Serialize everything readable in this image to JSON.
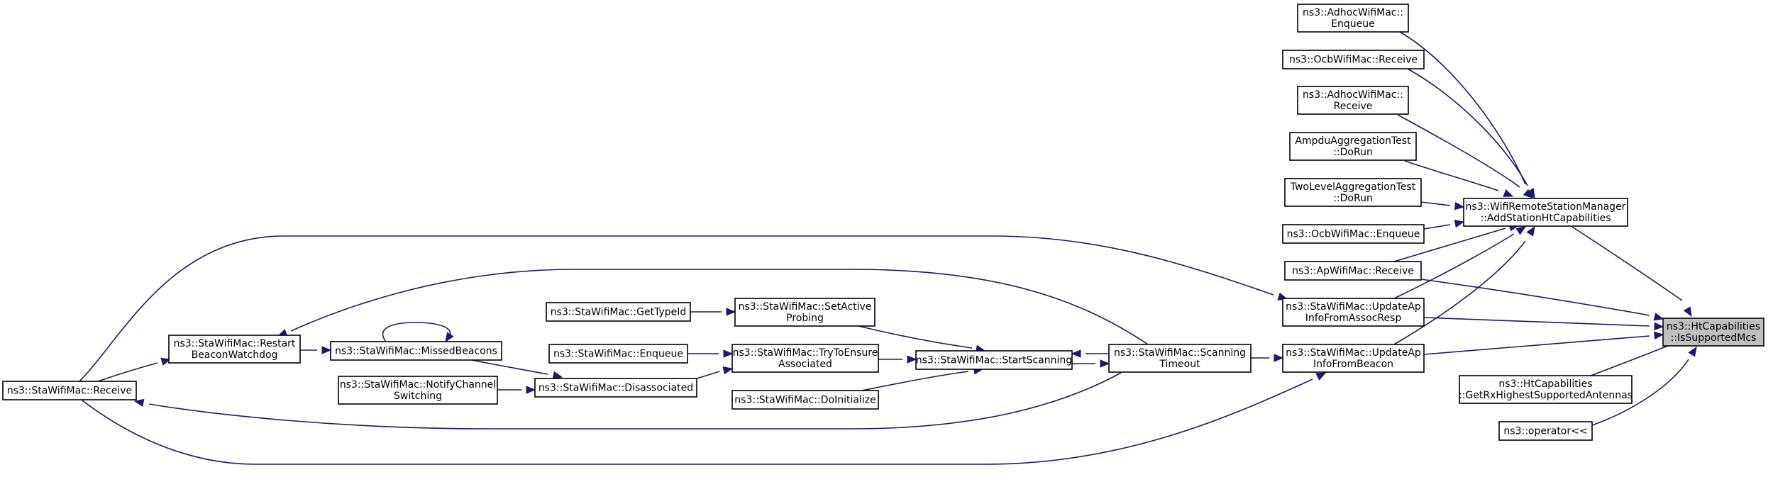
{
  "diagram": {
    "type": "doxygen-caller-graph",
    "colors": {
      "edge": "#191970",
      "target_fill": "#bfbfbf",
      "node_fill": "#ffffff",
      "node_border": "#000000"
    },
    "nodes": [
      {
        "id": "target",
        "lines": [
          "ns3::HtCapabilities",
          "::IsSupportedMcs"
        ],
        "highlight": true
      },
      {
        "id": "addsta",
        "lines": [
          "ns3::WifiRemoteStationManager",
          "::AddStationHtCapabilities"
        ]
      },
      {
        "id": "getrx",
        "lines": [
          "ns3::HtCapabilities",
          "::GetRxHighestSupportedAntennas"
        ]
      },
      {
        "id": "oplt",
        "lines": [
          "ns3::operator<<"
        ]
      },
      {
        "id": "adhocenq",
        "lines": [
          "ns3::AdhocWifiMac::",
          "Enqueue"
        ]
      },
      {
        "id": "ocbrecv",
        "lines": [
          "ns3::OcbWifiMac::Receive"
        ]
      },
      {
        "id": "adhocrecv",
        "lines": [
          "ns3::AdhocWifiMac::",
          "Receive"
        ]
      },
      {
        "id": "ampdu",
        "lines": [
          "AmpduAggregationTest",
          "::DoRun"
        ]
      },
      {
        "id": "twolevel",
        "lines": [
          "TwoLevelAggregationTest",
          "::DoRun"
        ]
      },
      {
        "id": "ocbenq",
        "lines": [
          "ns3::OcbWifiMac::Enqueue"
        ]
      },
      {
        "id": "aprecv",
        "lines": [
          "ns3::ApWifiMac::Receive"
        ]
      },
      {
        "id": "updassoc",
        "lines": [
          "ns3::StaWifiMac::UpdateAp",
          "InfoFromAssocResp"
        ]
      },
      {
        "id": "updbeacon",
        "lines": [
          "ns3::StaWifiMac::UpdateAp",
          "InfoFromBeacon"
        ]
      },
      {
        "id": "scantimeout",
        "lines": [
          "ns3::StaWifiMac::Scanning",
          "Timeout"
        ]
      },
      {
        "id": "startscan",
        "lines": [
          "ns3::StaWifiMac::StartScanning"
        ]
      },
      {
        "id": "setactive",
        "lines": [
          "ns3::StaWifiMac::SetActive",
          "Probing"
        ]
      },
      {
        "id": "tryensure",
        "lines": [
          "ns3::StaWifiMac::TryToEnsure",
          "Associated"
        ]
      },
      {
        "id": "doinit",
        "lines": [
          "ns3::StaWifiMac::DoInitialize"
        ]
      },
      {
        "id": "gettypeid",
        "lines": [
          "ns3::StaWifiMac::GetTypeId"
        ]
      },
      {
        "id": "staenq",
        "lines": [
          "ns3::StaWifiMac::Enqueue"
        ]
      },
      {
        "id": "disassoc",
        "lines": [
          "ns3::StaWifiMac::Disassociated"
        ]
      },
      {
        "id": "notify",
        "lines": [
          "ns3::StaWifiMac::NotifyChannel",
          "Switching"
        ]
      },
      {
        "id": "missed",
        "lines": [
          "ns3::StaWifiMac::MissedBeacons"
        ]
      },
      {
        "id": "restart",
        "lines": [
          "ns3::StaWifiMac::Restart",
          "BeaconWatchdog"
        ]
      },
      {
        "id": "starecv",
        "lines": [
          "ns3::StaWifiMac::Receive"
        ]
      }
    ],
    "edges": [
      {
        "from": "addsta",
        "to": "target"
      },
      {
        "from": "getrx",
        "to": "target"
      },
      {
        "from": "oplt",
        "to": "target"
      },
      {
        "from": "aprecv",
        "to": "target"
      },
      {
        "from": "updassoc",
        "to": "target"
      },
      {
        "from": "updbeacon",
        "to": "target"
      },
      {
        "from": "adhocenq",
        "to": "addsta"
      },
      {
        "from": "ocbrecv",
        "to": "addsta"
      },
      {
        "from": "adhocrecv",
        "to": "addsta"
      },
      {
        "from": "ampdu",
        "to": "addsta"
      },
      {
        "from": "twolevel",
        "to": "addsta"
      },
      {
        "from": "ocbenq",
        "to": "addsta"
      },
      {
        "from": "aprecv",
        "to": "addsta"
      },
      {
        "from": "updassoc",
        "to": "addsta"
      },
      {
        "from": "updbeacon",
        "to": "addsta"
      },
      {
        "from": "starecv",
        "to": "updassoc"
      },
      {
        "from": "scantimeout",
        "to": "updbeacon"
      },
      {
        "from": "starecv",
        "to": "updbeacon"
      },
      {
        "from": "startscan",
        "to": "scantimeout"
      },
      {
        "from": "scantimeout",
        "to": "startscan"
      },
      {
        "from": "scantimeout",
        "to": "restart"
      },
      {
        "from": "scantimeout",
        "to": "starecv"
      },
      {
        "from": "setactive",
        "to": "startscan"
      },
      {
        "from": "tryensure",
        "to": "startscan"
      },
      {
        "from": "doinit",
        "to": "startscan"
      },
      {
        "from": "gettypeid",
        "to": "setactive"
      },
      {
        "from": "staenq",
        "to": "tryensure"
      },
      {
        "from": "disassoc",
        "to": "tryensure"
      },
      {
        "from": "notify",
        "to": "disassoc"
      },
      {
        "from": "missed",
        "to": "disassoc"
      },
      {
        "from": "missed",
        "to": "missed"
      },
      {
        "from": "restart",
        "to": "missed"
      },
      {
        "from": "starecv",
        "to": "restart"
      }
    ]
  }
}
